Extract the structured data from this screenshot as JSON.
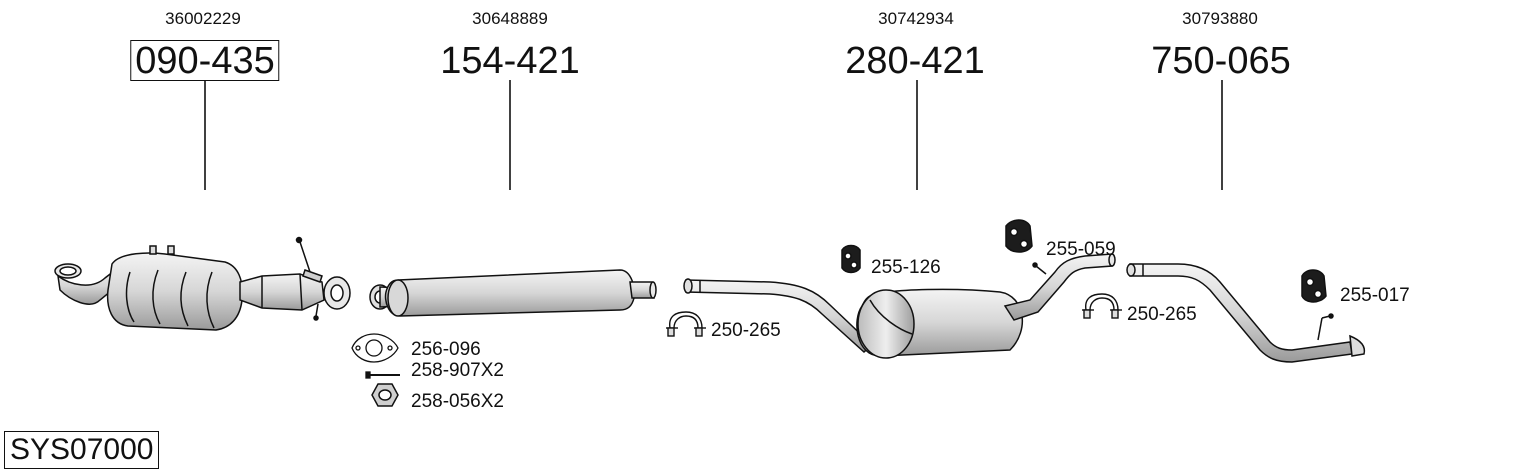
{
  "system_code": "SYS07000",
  "parts": [
    {
      "oe": "36002229",
      "number": "090-435",
      "highlighted": true
    },
    {
      "oe": "30648889",
      "number": "154-421",
      "highlighted": false
    },
    {
      "oe": "30742934",
      "number": "280-421",
      "highlighted": false
    },
    {
      "oe": "30793880",
      "number": "750-065",
      "highlighted": false
    }
  ],
  "accessories": [
    {
      "code": "256-096",
      "kind": "gasket-icon"
    },
    {
      "code": "258-907X2",
      "kind": "bolt-icon"
    },
    {
      "code": "258-056X2",
      "kind": "nut-icon"
    },
    {
      "code": "250-265",
      "kind": "clamp-icon"
    },
    {
      "code": "255-126",
      "kind": "rubber-hanger-icon"
    },
    {
      "code": "255-059",
      "kind": "rubber-hanger-icon"
    },
    {
      "code": "250-265",
      "kind": "clamp-icon"
    },
    {
      "code": "255-017",
      "kind": "rubber-hanger-icon"
    }
  ],
  "colors": {
    "line": "#111111",
    "shade": "#cfcfcf",
    "background": "#ffffff"
  }
}
